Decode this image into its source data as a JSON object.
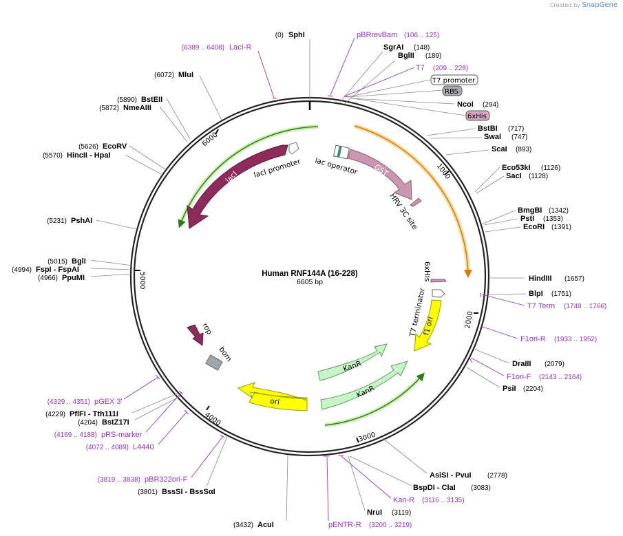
{
  "credit": {
    "prefix": "Created by",
    "brand": "SnapGene"
  },
  "plasmid": {
    "name": "Human RNF144A (16-228)",
    "length_label": "6605 bp",
    "length": 6605
  },
  "ticks": [
    "1000",
    "2000",
    "3000",
    "4000",
    "5000",
    "6000"
  ],
  "sites": [
    {
      "name": "SphI",
      "pos": "(0)"
    },
    {
      "name": "SgrAI",
      "pos": "(148)"
    },
    {
      "name": "BglII",
      "pos": "(189)"
    },
    {
      "name": "NcoI",
      "pos": "(294)"
    },
    {
      "name": "BstBI",
      "pos": "(717)"
    },
    {
      "name": "SwaI",
      "pos": "(747)"
    },
    {
      "name": "ScaI",
      "pos": "(893)"
    },
    {
      "name": "Eco53kI",
      "pos": "(1126)"
    },
    {
      "name": "SacI",
      "pos": "(1128)"
    },
    {
      "name": "BmgBI",
      "pos": "(1342)"
    },
    {
      "name": "PstI",
      "pos": "(1353)"
    },
    {
      "name": "EcoRI",
      "pos": "(1391)"
    },
    {
      "name": "HindIII",
      "pos": "(1657)"
    },
    {
      "name": "BlpI",
      "pos": "(1751)"
    },
    {
      "name": "DraIII",
      "pos": "(2079)"
    },
    {
      "name": "PsiI",
      "pos": "(2204)"
    },
    {
      "name": "AsiSI - PvuI",
      "pos": "(2778)"
    },
    {
      "name": "BspDI - ClaI",
      "pos": "(3083)"
    },
    {
      "name": "NruI",
      "pos": "(3119)"
    },
    {
      "name": "AcuI",
      "pos": "(3432)"
    },
    {
      "name": "BssSI - BssSαI",
      "pos": "(3801)"
    },
    {
      "name": "BstZ17I",
      "pos": "(4204)"
    },
    {
      "name": "PflFI - Tth111I",
      "pos": "(4229)"
    },
    {
      "name": "PpuMI",
      "pos": "(4966)"
    },
    {
      "name": "FspI - FspAI",
      "pos": "(4994)"
    },
    {
      "name": "BglI",
      "pos": "(5015)"
    },
    {
      "name": "PshAI",
      "pos": "(5231)"
    },
    {
      "name": "HincII - HpaI",
      "pos": "(5570)"
    },
    {
      "name": "EcoRV",
      "pos": "(5626)"
    },
    {
      "name": "NmeAIII",
      "pos": "(5872)"
    },
    {
      "name": "BstEII",
      "pos": "(5890)"
    },
    {
      "name": "MluI",
      "pos": "(6072)"
    }
  ],
  "primers": [
    {
      "name": "pBRrevBam",
      "pos": "(106 .. 125)"
    },
    {
      "name": "T7",
      "pos": "(209 .. 228)"
    },
    {
      "name": "LacI-R",
      "pos": "(6389 .. 6408)"
    },
    {
      "name": "T7 Term",
      "pos": "(1748 .. 1766)"
    },
    {
      "name": "F1ori-R",
      "pos": "(1933 .. 1952)"
    },
    {
      "name": "F1ori-F",
      "pos": "(2143 .. 2164)"
    },
    {
      "name": "Kan-R",
      "pos": "(3116 .. 3135)"
    },
    {
      "name": "pENTR-R",
      "pos": "(3200 .. 3219)"
    },
    {
      "name": "pBR322ori-F",
      "pos": "(3819 .. 3838)"
    },
    {
      "name": "L4440",
      "pos": "(4072 .. 4089)"
    },
    {
      "name": "pRS-marker",
      "pos": "(4169 .. 4188)"
    },
    {
      "name": "pGEX 3'",
      "pos": "(4329 .. 4351)"
    }
  ],
  "boxed_features": [
    "T7 promoter",
    "RBS",
    "6xHis"
  ],
  "features": {
    "lacI": "lacI",
    "lacI_promoter": "lacI promoter",
    "lac_operator": "lac operator",
    "GST": "GST",
    "HRV": "HRV 3C site",
    "his6": "6xHis",
    "t7term": "T7 terminator",
    "f1ori": "f1 ori",
    "kanr1": "KanR",
    "kanr2": "KanR",
    "ori": "ori",
    "rop": "rop",
    "bom": "bom"
  },
  "colors": {
    "lacI": "#8e2b5a",
    "GST": "#c997b0",
    "f1ori": "#ffff00",
    "ori": "#ffff00",
    "KanR": "#c8f5c8",
    "primer": "#9b30c8",
    "orf": "#f0a830",
    "green": "#2e7d1a"
  }
}
